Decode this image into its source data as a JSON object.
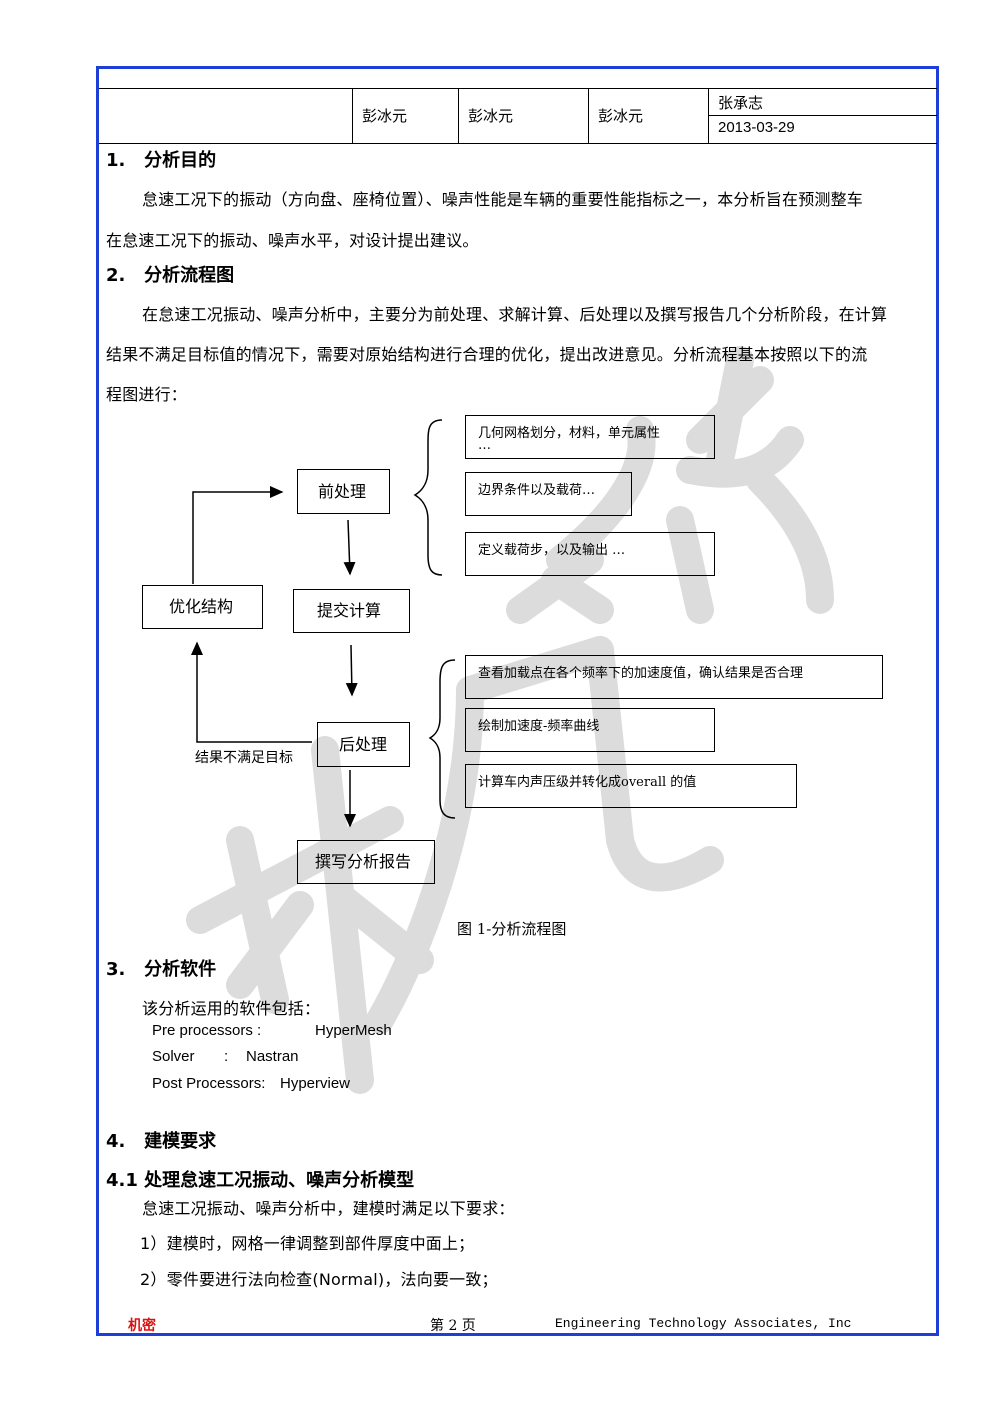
{
  "header": {
    "cells": [
      "彭冰元",
      "彭冰元",
      "彭冰元"
    ],
    "name": "张承志",
    "date": "2013-03-29"
  },
  "sections": {
    "s1_title": "1.   分析目的",
    "s1_p1": "怠速工况下的振动（方向盘、座椅位置）、噪声性能是车辆的重要性能指标之一，本分析旨在预测整车",
    "s1_p2": "在怠速工况下的振动、噪声水平，对设计提出建议。",
    "s2_title": "2.   分析流程图",
    "s2_p1": "在怠速工况振动、噪声分析中，主要分为前处理、求解计算、后处理以及撰写报告几个分析阶段，在计算",
    "s2_p2": "结果不满足目标值的情况下，需要对原始结构进行合理的优化，提出改进意见。分析流程基本按照以下的流",
    "s2_p3": "程图进行：",
    "s3_title": "3.   分析软件",
    "s3_intro": "该分析运用的软件包括：",
    "s4_title": "4.   建模要求",
    "s41_title": "4.1 处理怠速工况振动、噪声分析模型",
    "s41_intro": "怠速工况振动、噪声分析中，建模时满足以下要求：",
    "s41_item1": "1）建模时，网格一律调整到部件厚度中面上；",
    "s41_item2": "2）零件要进行法向检查(Normal)，法向要一致；"
  },
  "software": {
    "pre_label": "Pre processors :",
    "pre_value": "HyperMesh",
    "solver_label": "Solver",
    "solver_sep": ":",
    "solver_value": "Nastran",
    "post_label": "Post Processors:",
    "post_value": "Hyperview"
  },
  "flowchart": {
    "pre": "前处理",
    "submit": "提交计算",
    "post": "后处理",
    "report": "撰写分析报告",
    "optimize": "优化结构",
    "fail_label": "结果不满足目标",
    "pre_items": [
      "几何网格划分，材料，单元属性",
      "…",
      "边界条件以及载荷…",
      "定义载荷步，以及输出 …"
    ],
    "post_items": [
      "查看加载点在各个频率下的加速度值，确认结果是否合理",
      "绘制加速度-频率曲线",
      "计算车内声压级并转化成overall 的值"
    ],
    "caption": "图 1-分析流程图"
  },
  "footer": {
    "left": "机密",
    "page": "第 2 页",
    "company": "Engineering Technology Associates, Inc"
  },
  "colors": {
    "frame": "#1d3fd8",
    "confidential": "#dd1111",
    "watermark": "#d9d9d9"
  }
}
